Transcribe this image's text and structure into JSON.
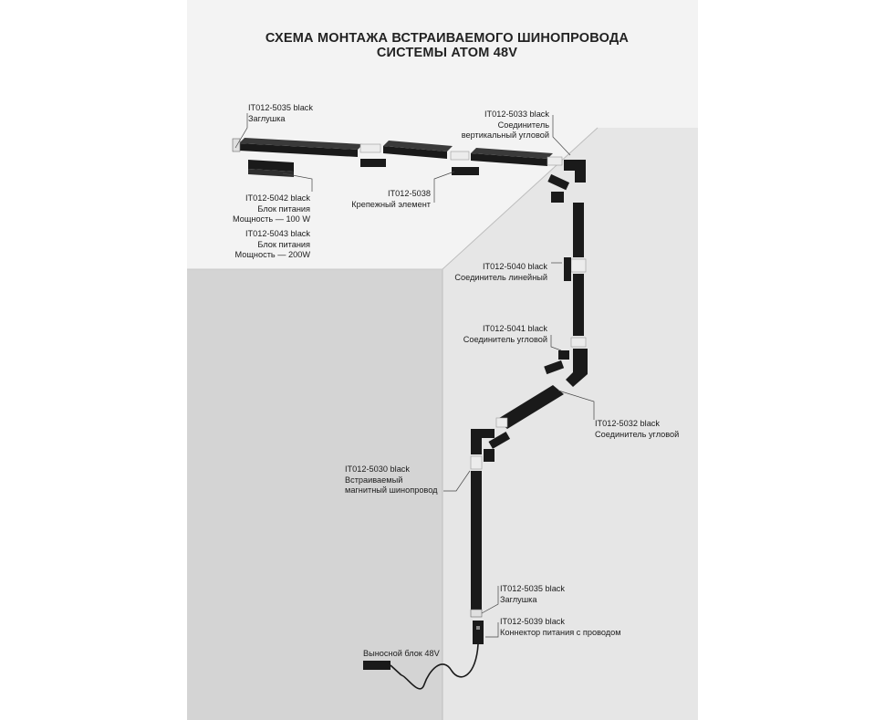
{
  "title": {
    "line1": "СХЕМА МОНТАЖА ВСТРАИВАЕМОГО ШИНОПРОВОДА",
    "line2": "СИСТЕМЫ ATOM 48V"
  },
  "labels": {
    "end_cap_top": {
      "code": "IT012-5035 black",
      "name": "Заглушка"
    },
    "power_100": {
      "code": "IT012-5042 black",
      "name": "Блок питания",
      "power": "Мощность — 100 W"
    },
    "power_200": {
      "code": "IT012-5043 black",
      "name": "Блок питания",
      "power": "Мощность — 200W"
    },
    "mount": {
      "code": "IT012-5038",
      "name": "Крепежный элемент"
    },
    "vertical_corner": {
      "code": "IT012-5033 black",
      "name1": "Соединитель",
      "name2": "вертикальный угловой"
    },
    "linear": {
      "code": "IT012-5040 black",
      "name": "Соединитель линейный"
    },
    "corner_5041": {
      "code": "IT012-5041 black",
      "name": "Соединитель  угловой"
    },
    "corner_5032": {
      "code": "IT012-5032 black",
      "name": "Соединитель  угловой"
    },
    "track": {
      "code": "IT012-5030 black",
      "name1": "Встраиваемый",
      "name2": "магнитный шинопровод"
    },
    "end_cap_bottom": {
      "code": "IT012-5035 black",
      "name": "Заглушка"
    },
    "connector": {
      "code": "IT012-5039 black",
      "name": "Коннектор питания с проводом"
    },
    "remote": {
      "name": "Выносной блок 48V"
    }
  },
  "colors": {
    "background": "#ffffff",
    "side_wall": "#e6e6e6",
    "ceiling": "#f3f3f3",
    "left_wall": "#d4d4d4",
    "track": "#1a1a1a",
    "text": "#1c1c1c"
  }
}
